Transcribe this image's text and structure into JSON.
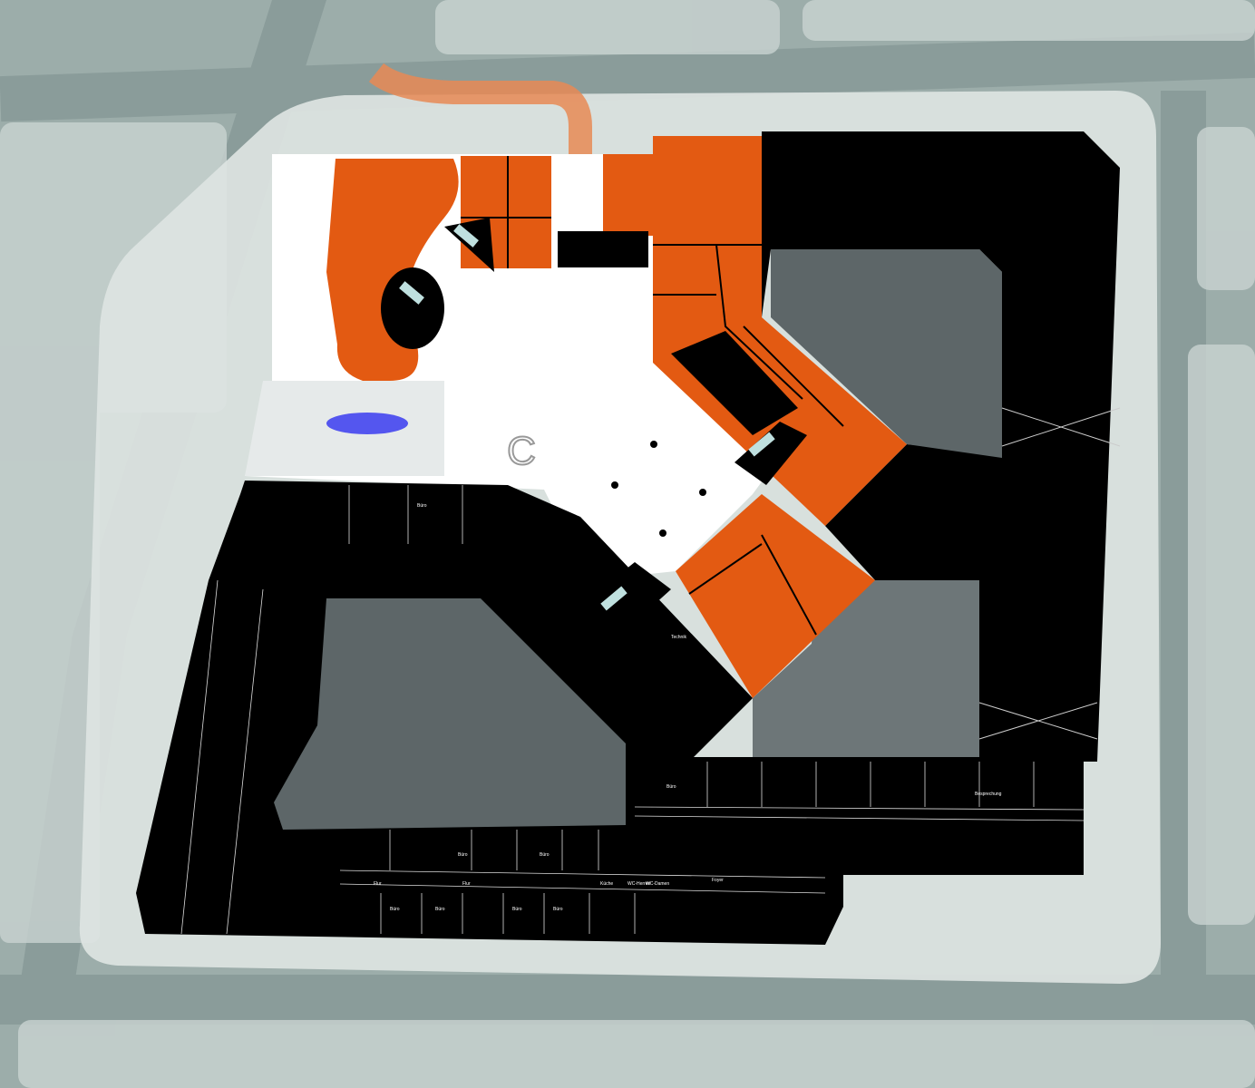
{
  "colors": {
    "aerial": "#9cadaa",
    "street": "#8a9c9a",
    "sidewalk": "#dde4e2",
    "plaza": "#ffffff",
    "new_building": "#e35a12",
    "existing_building": "#000000",
    "courtyard": "#5d6668",
    "water": "#3a3cf0"
  },
  "logo": {
    "letter": "C"
  },
  "room_labels": [
    {
      "text": "Büro"
    },
    {
      "text": "Büro"
    },
    {
      "text": "Büro"
    },
    {
      "text": "Büro"
    },
    {
      "text": "Büro"
    },
    {
      "text": "Büro"
    },
    {
      "text": "Büro"
    },
    {
      "text": "Büro"
    },
    {
      "text": "Flur"
    },
    {
      "text": "Flur"
    },
    {
      "text": "Küche"
    },
    {
      "text": "WC-Herren"
    },
    {
      "text": "WC-Damen"
    },
    {
      "text": "Foyer"
    },
    {
      "text": "Besprechung"
    },
    {
      "text": "Technik"
    }
  ]
}
